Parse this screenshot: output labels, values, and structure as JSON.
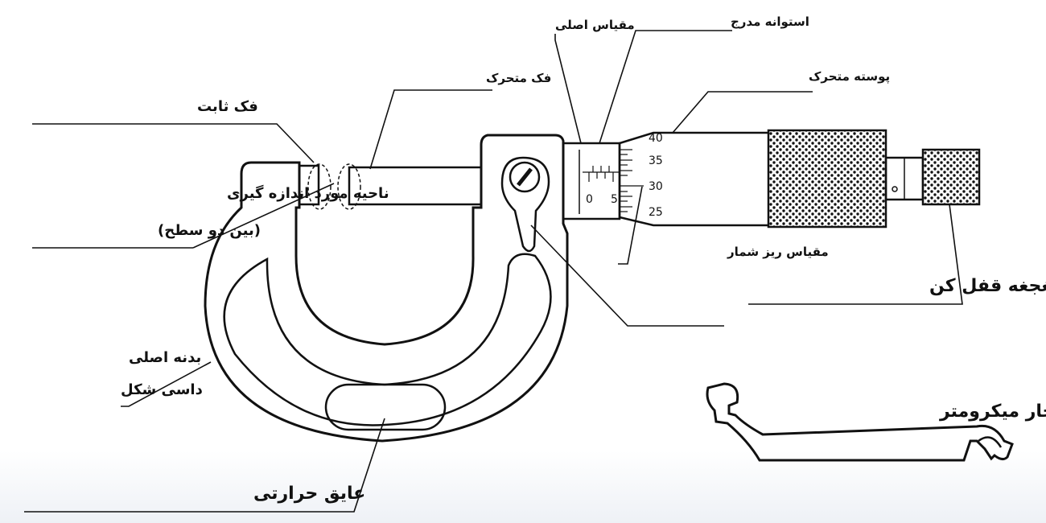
{
  "labels": {
    "fixed_anvil": "فک ثابت",
    "spindle": "فک متحرک",
    "sleeve_scale": "مقیاس اصلی",
    "graduated_sleeve": "استوانه مدرج",
    "thimble": "پوسته متحرک",
    "measuring_area_line1": "ناحیه مورد اندازه گیری",
    "measuring_area_line2": "(بین دو سطح)",
    "vernier_scale": "مقیاس ریز شمار",
    "lock_clamp": "جغجغه قفل کن",
    "frame_line1": "بدنه اصلی",
    "frame_line2": "داسی شکل",
    "heat_insulator": "عایق حرارتی",
    "spanner": "آچار میکرومتر"
  },
  "sleeve_numbers": {
    "zero": "0",
    "five": "5"
  },
  "thimble_numbers": [
    "40",
    "35",
    "30",
    "25"
  ],
  "colors": {
    "ink": "#111111",
    "background": "#ffffff",
    "footer_gradient": "#eef1f6"
  }
}
